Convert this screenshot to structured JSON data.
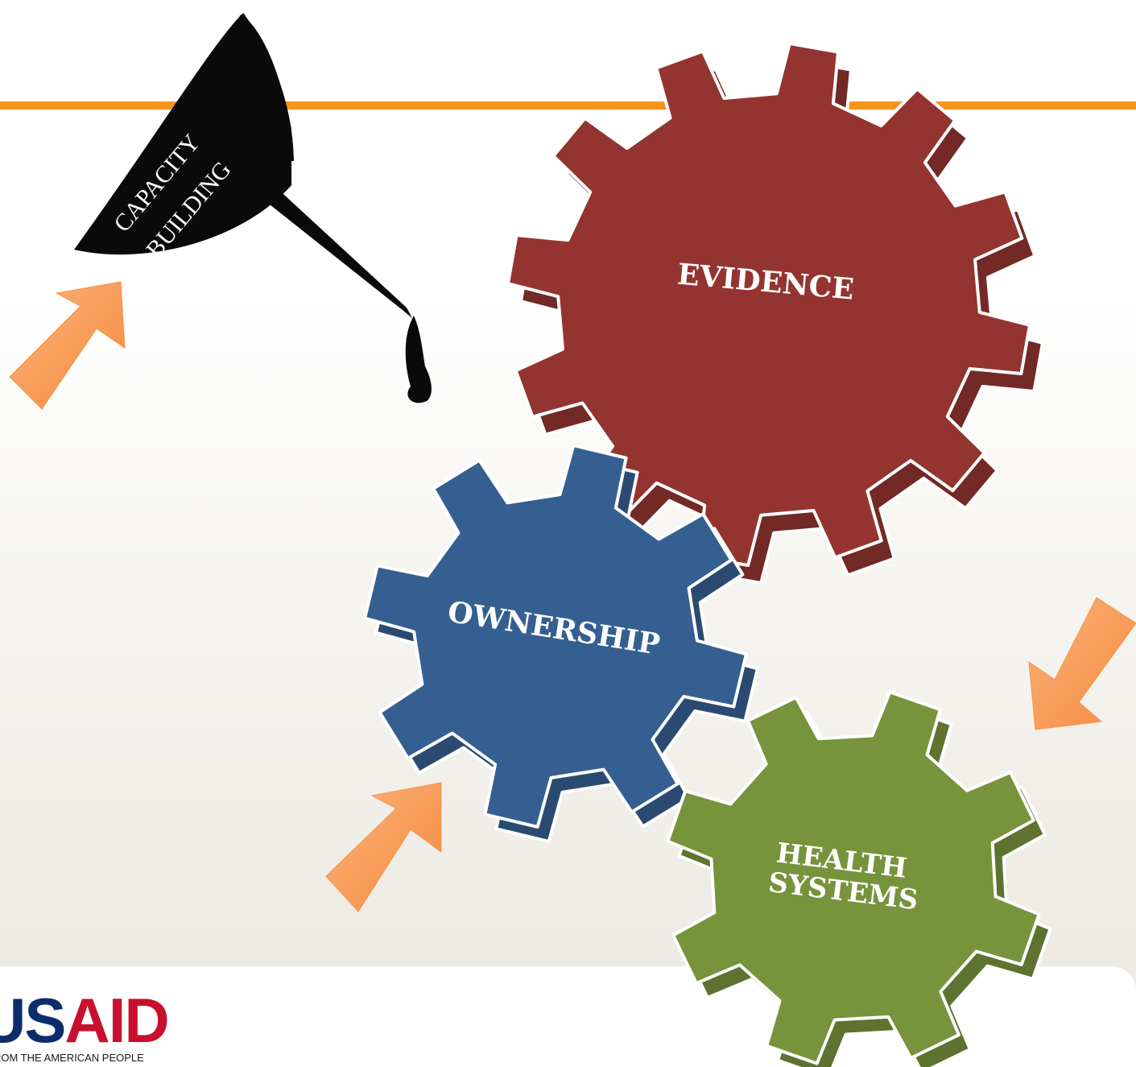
{
  "funnel": {
    "label_line1": "CAPACITY",
    "label_line2": "BUILDING"
  },
  "gears": [
    {
      "id": "evidence",
      "label_lines": [
        "EVIDENCE"
      ],
      "color": "#943430"
    },
    {
      "id": "ownership",
      "label_lines": [
        "OWNERSHIP"
      ],
      "color": "#365f91"
    },
    {
      "id": "health_systems",
      "label_lines": [
        "HEALTH",
        "SYSTEMS"
      ],
      "color": "#77933c"
    }
  ],
  "colors": {
    "arrow": "#f79646",
    "header_line": "#f7941d",
    "funnel": "#0a0a0a"
  },
  "logo": {
    "word_blue": "US",
    "word_red": "AID",
    "tagline": "FROM THE AMERICAN PEOPLE"
  }
}
